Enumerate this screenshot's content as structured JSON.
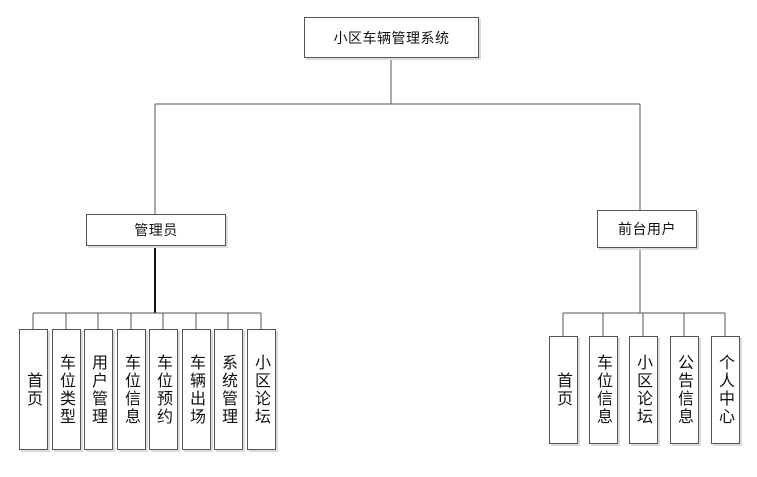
{
  "root": {
    "label": "小区车辆管理系统"
  },
  "admin": {
    "label": "管理员",
    "children": [
      "首页",
      "车位类型",
      "用户管理",
      "车位信息",
      "车位预约",
      "车辆出场",
      "系统管理",
      "小区论坛"
    ]
  },
  "frontend": {
    "label": "前台用户",
    "children": [
      "首页",
      "车位信息",
      "小区论坛",
      "公告信息",
      "个人中心"
    ]
  },
  "colors": {
    "line": "#555555",
    "box_border": "#555555",
    "shadow": "#dcdcdc",
    "text": "#111111"
  }
}
